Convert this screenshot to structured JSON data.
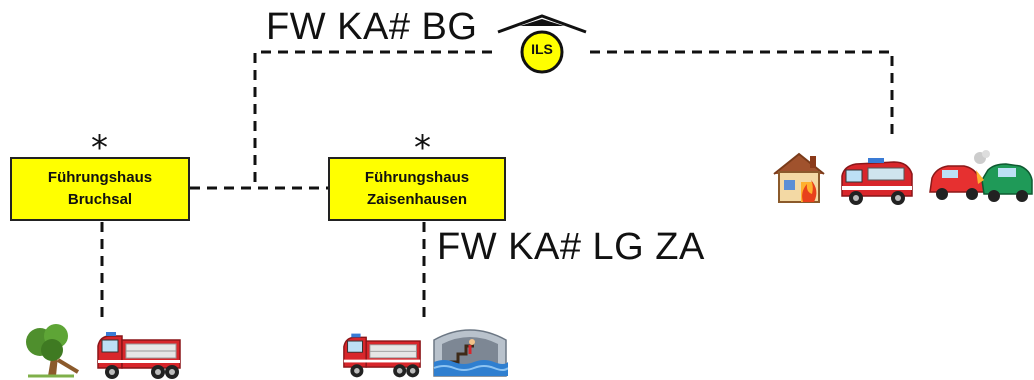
{
  "labels": {
    "top_left": "FW KA# BG",
    "middle_right": "FW KA# LG ZA"
  },
  "ils": {
    "text": "ILS",
    "color": "#ffff00"
  },
  "boxes": {
    "bruchsal": {
      "line1": "Führungshaus",
      "line2": "Bruchsal",
      "marker": "*"
    },
    "zaisenhausen": {
      "line1": "Führungshaus",
      "line2": "Zaisenhausen",
      "marker": "*"
    }
  },
  "icons": {
    "house_fire": "house-fire-icon",
    "fire_van": "fire-van-icon",
    "car_crash": "car-crash-icon",
    "storm_tree": "storm-tree-icon",
    "fire_truck": "fire-truck-icon",
    "flood": "flooded-cellar-icon"
  },
  "colors": {
    "box_fill": "#ffff00",
    "line": "#111111",
    "truck_red": "#d8262b"
  }
}
